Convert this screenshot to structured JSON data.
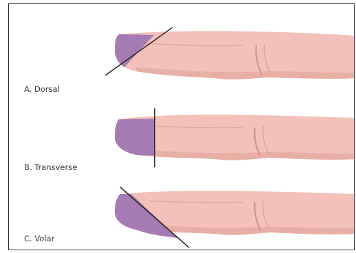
{
  "panels": [
    {
      "id": "dorsal",
      "label": "A. Dorsal"
    },
    {
      "id": "transverse",
      "label": "B. Transverse"
    },
    {
      "id": "volar",
      "label": "C. Volar"
    }
  ],
  "colors": {
    "finger_skin": "#f3c1b9",
    "finger_skin_dark": "#e3a69c",
    "finger_crease": "#d48f85",
    "nail_amputated": "#a57bb3",
    "cut_line": "#2a2a2a",
    "border": "#2b2b2b"
  }
}
